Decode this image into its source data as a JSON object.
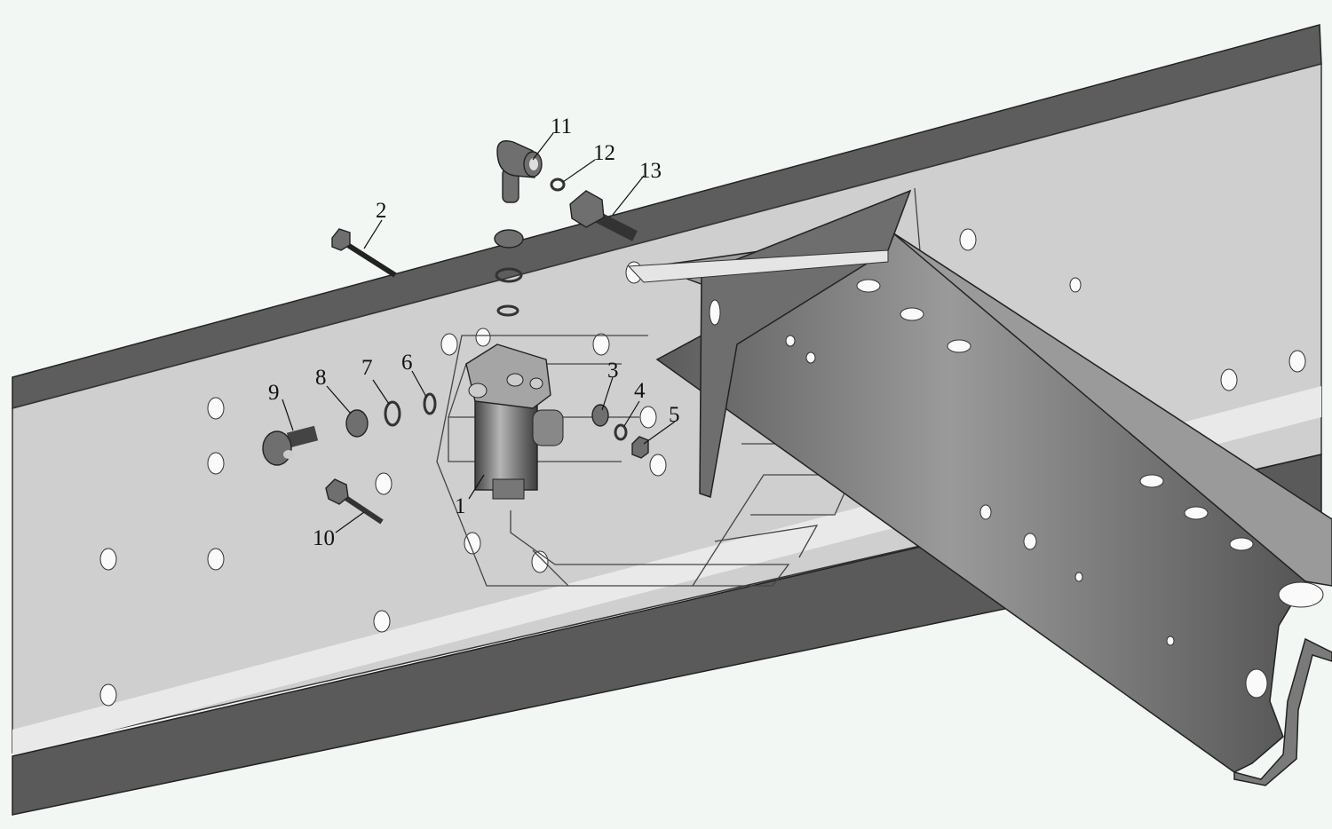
{
  "diagram": {
    "labels": [
      {
        "id": "1",
        "text": "1"
      },
      {
        "id": "2",
        "text": "2"
      },
      {
        "id": "3",
        "text": "3"
      },
      {
        "id": "4",
        "text": "4"
      },
      {
        "id": "5",
        "text": "5"
      },
      {
        "id": "6",
        "text": "6"
      },
      {
        "id": "7",
        "text": "7"
      },
      {
        "id": "8",
        "text": "8"
      },
      {
        "id": "9",
        "text": "9"
      },
      {
        "id": "10",
        "text": "10"
      },
      {
        "id": "11",
        "text": "11"
      },
      {
        "id": "12",
        "text": "12"
      },
      {
        "id": "13",
        "text": "13"
      }
    ],
    "colors": {
      "background": "#f3f7f3",
      "frame_face": "#cfcfcf",
      "frame_flange": "#5a5a5a",
      "crossmember": "#7d7d7d",
      "parts": "#6f6f6f"
    }
  }
}
